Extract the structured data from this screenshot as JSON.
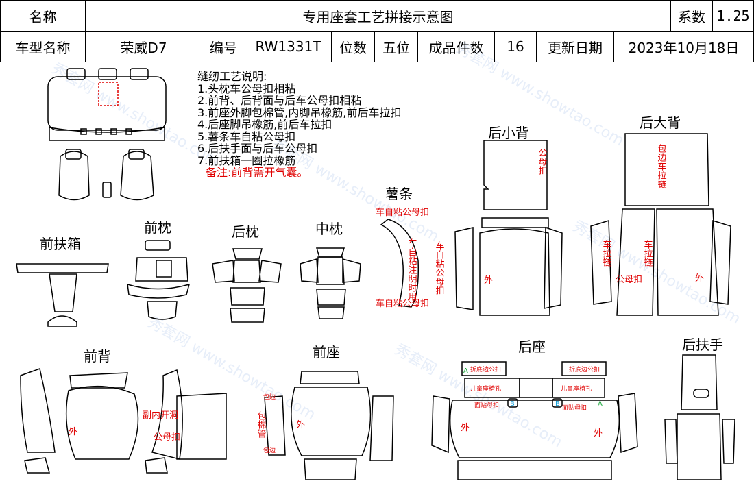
{
  "header": {
    "name_label": "名称",
    "title": "专用座套工艺拼接示意图",
    "coef_label": "系数",
    "coef_value": "1.25",
    "model_label": "车型名称",
    "model_value": "荣威D7",
    "code_label": "编号",
    "code_value": "RW1331T",
    "seats_label": "位数",
    "seats_value": "五位",
    "pieces_label": "成品件数",
    "pieces_value": "16",
    "date_label": "更新日期",
    "date_value": "2023年10月18日"
  },
  "notes": {
    "title": "缝纫工艺说明:",
    "items": [
      "1.头枕车公母扣相粘",
      "2.前背、后背面与后车公母扣相粘",
      "3.前座外脚包棉管,内脚吊橡筋,前后车拉扣",
      "4.后座脚吊橡筋,前后车拉扣",
      "5.薯条车自粘公母扣",
      "6.后扶手面与后车公母扣",
      "7.前扶箱一圈拉橡筋"
    ],
    "remark": "备注:前背需开气囊。"
  },
  "sections": {
    "front_armrest_box": "前扶箱",
    "front_headrest": "前枕",
    "rear_headrest": "后枕",
    "middle_headrest": "中枕",
    "fries": "薯条",
    "rear_small_back": "后小背",
    "rear_big_back": "后大背",
    "front_back": "前背",
    "front_seat": "前座",
    "rear_seat": "后座",
    "rear_armrest": "后扶手"
  },
  "annotations": {
    "fries_top": "车自粘公母扣",
    "fries_bottom": "车自粘公母扣",
    "fries_v1": "车自粘注明时用",
    "fries_v2": "公母扣",
    "fries_v3": "车自粘公母扣",
    "small_back_snap": "公母扣",
    "small_back_outer": "外",
    "big_back_zip": "包边车拉链",
    "big_back_left": "车拉链",
    "big_back_mid": "车拉链",
    "big_back_snap": "公母扣",
    "big_back_outer": "外",
    "front_back_outer": "外",
    "front_back_inner": "副内开洞",
    "front_back_snap": "公母扣",
    "front_seat_tube": "包棉管",
    "front_seat_edge1": "包边",
    "front_seat_edge2": "包边",
    "front_seat_outer": "外",
    "rear_seat_fold1": "折底边公扣",
    "rear_seat_fold2": "折底边公扣",
    "rear_seat_child1": "儿童座椅孔",
    "rear_seat_child2": "儿童座椅孔",
    "rear_seat_face1": "面贴母扣",
    "rear_seat_face2": "面贴母扣",
    "rear_seat_outer1": "外",
    "rear_seat_outer2": "外",
    "mark_a": "A",
    "mark_b": "B"
  },
  "watermark": "秀套网 www.showtao.com",
  "colors": {
    "annotation": "#e00000",
    "line": "#000000"
  }
}
